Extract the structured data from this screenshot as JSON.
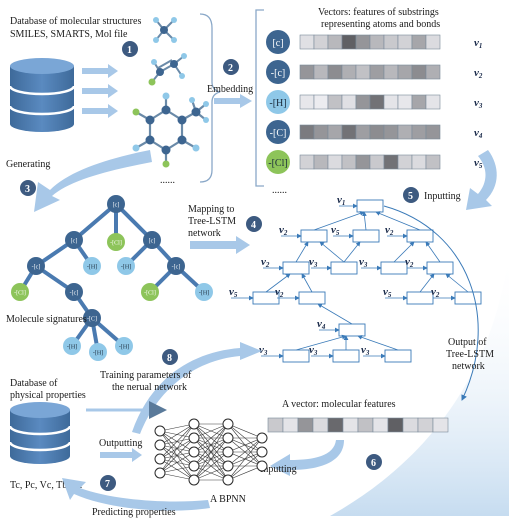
{
  "labels": {
    "db_structures": "Database of molecular structures",
    "db_formats": "SMILES, SMARTS, Mol file",
    "embedding": "Embedding",
    "vectors_line1": "Vectors: features of substrings",
    "vectors_line2": "representing atoms and bonds",
    "dots_molecules": "......",
    "dots_vectors": "......",
    "generating": "Generating",
    "inputting_top": "Inputting",
    "mapping_line1": "Mapping to",
    "mapping_line2": "Tree-LSTM",
    "mapping_line3": "network",
    "molecule_signatures": "Molecule signatures",
    "output_line1": "Output of",
    "output_line2": "Tree-LSTM",
    "output_line3": "network",
    "training_line1": "Training parameters of",
    "training_line2": "the nerual network",
    "db_props_line1": "Database of",
    "db_props_line2": "physical properties",
    "props_list": "Tc, Pc, Vc, Tb......",
    "outputting": "Outputting",
    "a_vector": "A vector: molecular features",
    "inputting_bottom": "Inputting",
    "a_bpnn": "A BPNN",
    "predicting": "Predicting properties"
  },
  "steps": [
    "1",
    "2",
    "3",
    "4",
    "5",
    "6",
    "7",
    "8"
  ],
  "substrings": [
    {
      "label": "[c]",
      "vector": "v1",
      "color": "#3d6590",
      "cells": [
        0.12,
        0.2,
        0.35,
        0.85,
        0.55,
        0.35,
        0.25,
        0.2,
        0.45,
        0.15
      ]
    },
    {
      "label": "-[c]",
      "vector": "v2",
      "color": "#3d6590",
      "cells": [
        0.55,
        0.35,
        0.6,
        0.4,
        0.3,
        0.5,
        0.35,
        0.45,
        0.6,
        0.4
      ]
    },
    {
      "label": "-[H]",
      "vector": "v3",
      "color": "#8fc8e8",
      "cells": [
        0.08,
        0.05,
        0.3,
        0.12,
        0.55,
        0.75,
        0.1,
        0.08,
        0.45,
        0.1
      ]
    },
    {
      "label": "-[C]",
      "vector": "v4",
      "color": "#3d6590",
      "cells": [
        0.7,
        0.55,
        0.45,
        0.75,
        0.5,
        0.6,
        0.55,
        0.4,
        0.5,
        0.55
      ]
    },
    {
      "label": "-[Cl]",
      "vector": "v5",
      "color": "#8dc45a",
      "cells": [
        0.2,
        0.35,
        0.15,
        0.3,
        0.55,
        0.25,
        0.75,
        0.2,
        0.15,
        0.3
      ]
    }
  ],
  "signature_tree": {
    "root": "[c]",
    "level1": [
      "[c]",
      "-[Cl]",
      "[c]"
    ],
    "level2": [
      "-[c]",
      "-[H]",
      "-[H]",
      "-[c]"
    ],
    "level3": [
      "-[Cl]",
      "-[c]",
      "-[Cl]",
      "-[H]"
    ],
    "level4": [
      "-[C]"
    ],
    "level5": [
      "-[H]",
      "-[H]",
      "-[H]"
    ]
  },
  "lstm_labels": {
    "top": "v1",
    "row1": [
      "v2",
      "v5",
      "v2"
    ],
    "row2": [
      "v2",
      "v3",
      "v3",
      "v2"
    ],
    "row3": [
      "v5",
      "v2",
      "v5",
      "v2"
    ],
    "row4": [
      "v4"
    ],
    "row5": [
      "v3",
      "v3",
      "v3"
    ]
  },
  "feature_vector": {
    "cells": [
      0.25,
      0.1,
      0.55,
      0.15,
      0.8,
      0.1,
      0.3,
      0.1,
      0.85,
      0.15,
      0.2,
      0.1
    ]
  },
  "bpnn": {
    "layers": [
      4,
      5,
      5,
      3
    ]
  },
  "colors": {
    "dark_node": "#3d6590",
    "light_node": "#8fc8e8",
    "green_node": "#8dc45a",
    "arrow_fill": "#a8c8e8",
    "step_badge": "#3d5a80",
    "lstm_line": "#3a7ab8"
  }
}
